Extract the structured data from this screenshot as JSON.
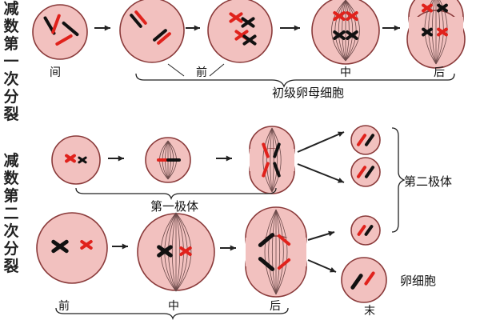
{
  "side_labels": {
    "meiosis_one": "减数第一次分裂",
    "meiosis_two": "减数第二次分裂"
  },
  "stage_labels": {
    "interphase": "间",
    "prophase_one": "前",
    "metaphase_one": "中",
    "anaphase_one": "后",
    "prophase_two": "前",
    "metaphase_two": "中",
    "anaphase_two": "后",
    "telophase_two": "末"
  },
  "cell_labels": {
    "primary_oocyte": "初级卵母细胞",
    "first_polar_body": "第一极体",
    "second_polar_body": "第二极体",
    "egg_cell": "卵细胞"
  },
  "colors": {
    "cell_fill": "#f2c1bf",
    "cell_border": "#8a3a3a",
    "red_chromosome": "#e0221c",
    "black_chromosome": "#111111",
    "spindle": "#6b4a4a",
    "line": "#222222"
  }
}
